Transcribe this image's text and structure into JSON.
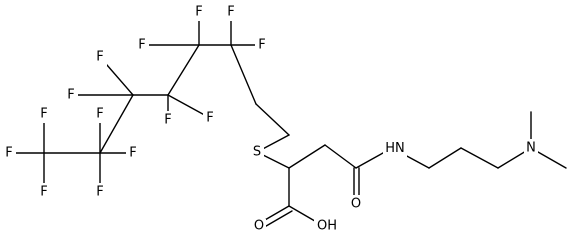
{
  "structure": {
    "atoms": {
      "f_a": "F",
      "f_b": "F",
      "f_c": "F",
      "f_d": "F",
      "f_e": "F",
      "f_f": "F",
      "f_g": "F",
      "f_h": "F",
      "f_i": "F",
      "f_j": "F",
      "f_k": "F",
      "f_l": "F",
      "f_m": "F",
      "sulfur": "S",
      "amide_nh": "H",
      "amine_n": "N",
      "carbonyl_o": "O",
      "acid_o": "O",
      "acid_oh": "OH",
      "amide_n": "N"
    }
  }
}
